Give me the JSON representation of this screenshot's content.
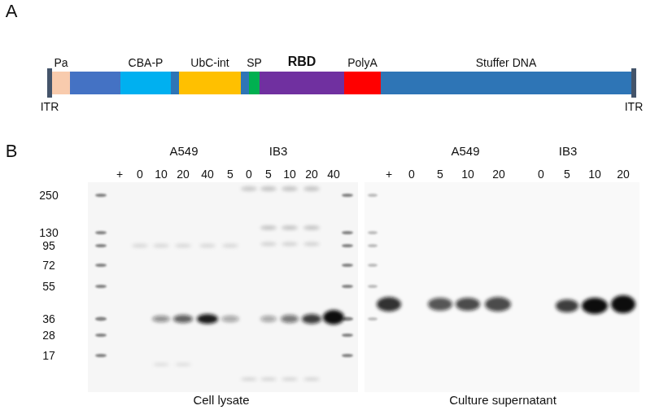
{
  "diagram": {
    "nodes": [
      {
        "text": [
          "ITR"
        ]
      },
      {
        "text": [
          "Pa"
        ]
      },
      {
        "text": [
          "CBA-P"
        ]
      },
      {
        "text": [
          "UbC-int"
        ]
      },
      {
        "text": [
          "SP"
        ]
      },
      {
        "text": [
          "RBD"
        ]
      },
      {
        "text": [
          "PolyA"
        ]
      },
      {
        "text": [
          "Stuffer DNA"
        ]
      },
      {
        "text": [
          "ITR"
        ]
      }
    ],
    "labels": [
      "A",
      "B",
      "A549",
      "IB3",
      "+",
      "0",
      "10",
      "20",
      "40",
      "5",
      "0",
      "5",
      "10",
      "20",
      "40",
      "250",
      "130",
      "95",
      "72",
      "55",
      "36",
      "28",
      "17",
      "A549",
      "IB3",
      "+",
      "0",
      "5",
      "10",
      "20",
      "0",
      "5",
      "10",
      "20",
      "Cell lysate",
      "Culture supernatant"
    ]
  }
}
